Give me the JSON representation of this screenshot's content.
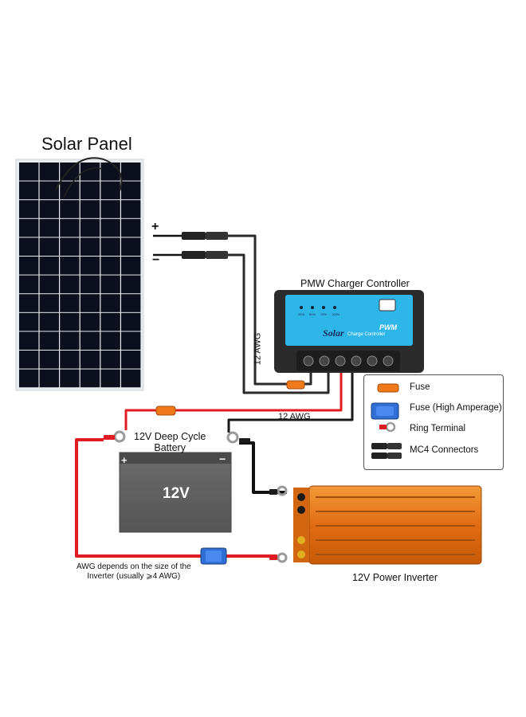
{
  "title": "Solar Panel",
  "solar_panel": {
    "plus": "+",
    "minus": "−"
  },
  "controller": {
    "title": "PMW Charger Controller",
    "brand": "Solar",
    "subtitle": "Charge Controller",
    "mode": "PWM",
    "indicator_labels": [
      "25%",
      "50%",
      "75%",
      "100%"
    ]
  },
  "wire_gauge_vertical": "12 AWG",
  "wire_gauge_horizontal": "12 AWG",
  "battery": {
    "title_line1": "12V Deep Cycle",
    "title_line2": "Battery",
    "voltage": "12V",
    "plus": "+",
    "minus": "−"
  },
  "inverter": {
    "title": "12V Power Inverter"
  },
  "awg_note": {
    "line1": "AWG depends on the size of the",
    "line2": "Inverter (usually ⩾4 AWG)"
  },
  "legend": {
    "fuse": "Fuse",
    "fuse_high": "Fuse (High Amperage)",
    "ring": "Ring Terminal",
    "mc4": "MC4 Connectors"
  },
  "colors": {
    "positive_wire": "#e11b22",
    "negative_wire": "#1a1a1a",
    "fuse": "#f07a1a",
    "fuse_high": "#2f6fd6",
    "battery": "#616161",
    "inverter": "#e8741c",
    "controller_face": "#2fb6e8",
    "panel_cell": "#0c0f1c"
  }
}
